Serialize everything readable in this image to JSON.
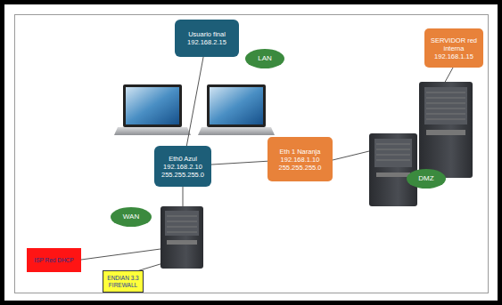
{
  "diagram": {
    "nodes": [
      {
        "text": [
          "Usuario final 192.168.2.15"
        ]
      },
      {
        "text": [
          "SERVIDOR red interna 192.168.1.15"
        ]
      },
      {
        "text": [
          "LAN"
        ]
      },
      {
        "text": [
          "Eth0 Azul 192.168.2.10 255.255.255.0"
        ]
      },
      {
        "text": [
          "Eth 1 Naranja 192.168.1.10 255.255.255.0"
        ]
      },
      {
        "text": [
          "DMZ"
        ]
      },
      {
        "text": [
          "WAN"
        ]
      },
      {
        "text": [
          "ISP Red DHCP"
        ]
      },
      {
        "text": [
          "ENDIAN 3.3 FIREWALL"
        ]
      }
    ],
    "edges": [
      {
        "from": 0,
        "to": 3,
        "arrow": "none"
      },
      {
        "from": 3,
        "to": 4,
        "arrow": "none"
      }
    ]
  }
}
